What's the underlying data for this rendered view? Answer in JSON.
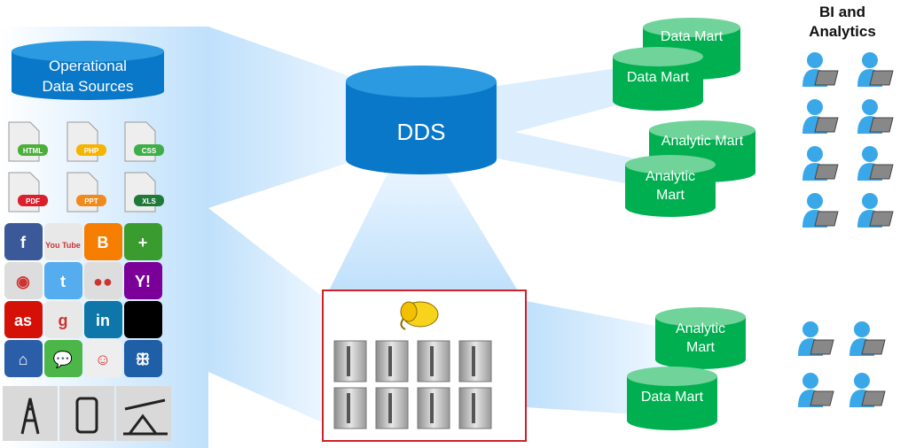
{
  "sources": {
    "title_line1": "Operational",
    "title_line2": "Data Sources",
    "file_types": [
      "HTML",
      "PHP",
      "CSS",
      "PDF",
      "PPT",
      "XLS"
    ],
    "file_colors": [
      "#4caf3a",
      "#f5b400",
      "#3fae49",
      "#d9202c",
      "#f08a1c",
      "#1f7a3a"
    ],
    "social_icons": [
      "facebook-icon",
      "youtube-icon",
      "blogger-icon",
      "google-plus-icon",
      "picasa-icon",
      "twitter-icon",
      "flickr-icon",
      "yahoo-icon",
      "lastfm-icon",
      "google-icon",
      "linkedin-icon",
      "delicious-icon",
      "network-icon",
      "chat-icon",
      "reddit-icon",
      "myspace-icon"
    ],
    "device_icons": [
      "cell-tower-icon",
      "smartphone-icon",
      "oil-pump-icon"
    ]
  },
  "dds": {
    "label": "DDS"
  },
  "marts": {
    "top_back": "Data Mart",
    "top_front": "Data Mart",
    "mid_back": "Analytic Mart",
    "mid_front_1": "Analytic",
    "mid_front_2": "Mart",
    "bottom_back_1": "Analytic",
    "bottom_back_2": "Mart",
    "bottom_front": "Data Mart"
  },
  "bi": {
    "line1": "BI and",
    "line2": "Analytics"
  },
  "colors": {
    "db_blue": "#0a78c8",
    "mart_green": "#00b050",
    "mart_top": "#6fd39a",
    "hadoop_border": "#d0202a",
    "beam": "#cfe6fb"
  }
}
